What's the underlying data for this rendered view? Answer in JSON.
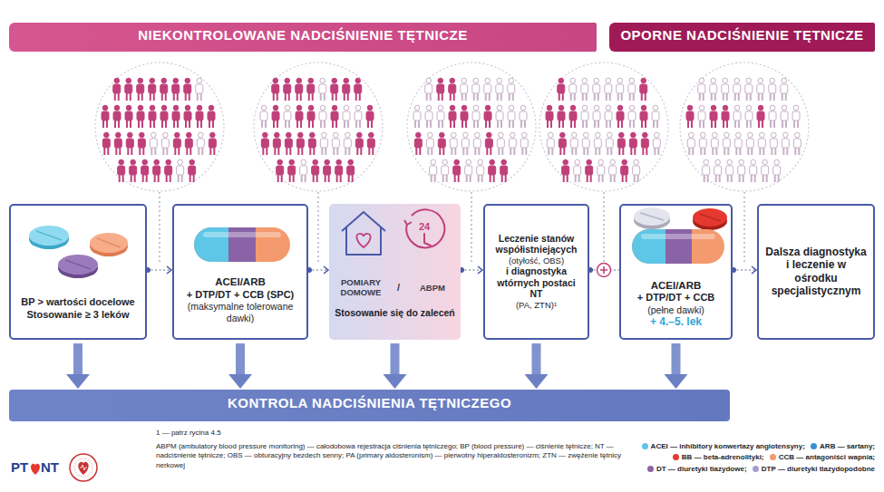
{
  "diagram": {
    "nodes": [
      {
        "text": [
          "NIEKONTROLOWANE NADCIŚNIENIE TĘTNICZE"
        ]
      },
      {
        "text": [
          "OPORNE NADCIŚNIENIE TĘTNICZE"
        ]
      },
      {
        "text": [
          "BP > wartości docelowe",
          "Stosowanie ≥ 3 leków"
        ]
      },
      {
        "text": [
          "ACEI/ARB",
          "+ DTP/DT + CCB (SPC)",
          "(maksymalne tolerowane dawki)"
        ]
      },
      {
        "text": [
          "POMIARY DOMOWE",
          "/",
          "ABPM",
          "Stosowanie się do zaleceń"
        ]
      },
      {
        "text": [
          "Leczenie stanów współistniejących",
          "(otyłość, OBS)",
          "i diagnostyka wtórnych postaci NT",
          "(PA, ZTN)¹"
        ]
      },
      {
        "text": [
          "ACEI/ARB",
          "+ DTP/DT + CCB",
          "(pełne dawki)",
          "+ 4.–5. lek"
        ]
      },
      {
        "text": [
          "Dalsza diagnostyka i leczenie w ośrodku specjalistycznym"
        ]
      },
      {
        "text": [
          "KONTROLA NADCIŚNIENIA TĘTNICZEGO"
        ]
      }
    ],
    "edges": [
      {
        "from": 2,
        "to": 3,
        "arrow": "to"
      },
      {
        "from": 3,
        "to": 4,
        "arrow": "to"
      },
      {
        "from": 4,
        "to": 5,
        "arrow": "to"
      },
      {
        "from": 5,
        "to": 6,
        "arrow": "none"
      },
      {
        "from": 6,
        "to": 7,
        "arrow": "to"
      },
      {
        "from": 2,
        "to": 8,
        "arrow": "to"
      },
      {
        "from": 3,
        "to": 8,
        "arrow": "to"
      },
      {
        "from": 4,
        "to": 8,
        "arrow": "to"
      },
      {
        "from": 5,
        "to": 8,
        "arrow": "to"
      },
      {
        "from": 6,
        "to": 8,
        "arrow": "to"
      }
    ],
    "labels": [
      "24",
      "1 — patrz rycina 4.5",
      "ABPM (ambulatory blood pressure monitoring) — całodobowa rejestracja ciśnienia tętniczego; BP (blood pressure) — ciśnienie tętnicze; NT — nadciśnienie tętnicze; OBS — obturacyjny bezdech senny; PA (primary aldosteronism) — pierwotny hiperaldosteronizm; ZTN — zwężenie tętnicy nerkowej",
      "PT",
      "NT"
    ],
    "legend": [
      {
        "text": "ACEI — inhibitory konwertazy angiotensyny;",
        "color": "#5ec6e6"
      },
      {
        "text": "ARB — sartany;",
        "color": "#3a8fd0"
      },
      {
        "text": "BB — beta-adrenolityki;",
        "color": "#e5392f"
      },
      {
        "text": "CCB — antagoniści wapnia;",
        "color": "#f39a6e"
      },
      {
        "text": "DT — diuretyki tiazydowe;",
        "color": "#8a63a6"
      },
      {
        "text": "DTP — diuretyki tiazydopodobne",
        "color": "#a89bcc"
      }
    ]
  }
}
